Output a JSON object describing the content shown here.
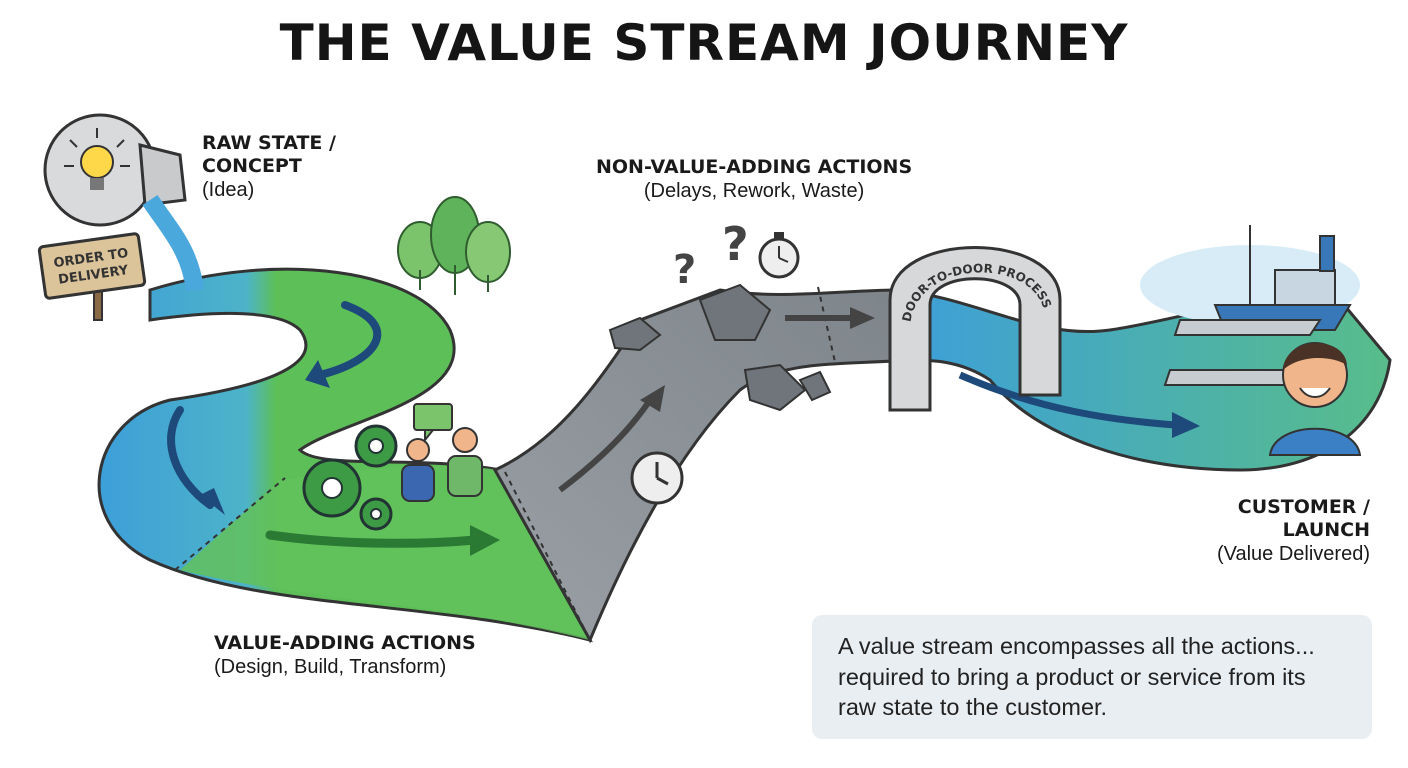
{
  "title": "THE VALUE STREAM JOURNEY",
  "stages": {
    "raw": {
      "heading_line1": "RAW STATE /",
      "heading_line2": "CONCEPT",
      "sub": "(Idea)"
    },
    "non_value": {
      "heading": "NON-VALUE-ADDING ACTIONS",
      "sub": "(Delays, Rework, Waste)"
    },
    "value": {
      "heading": "VALUE-ADDING ACTIONS",
      "sub": "(Design, Build, Transform)"
    },
    "customer": {
      "heading_line1": "CUSTOMER /",
      "heading_line2": "LAUNCH",
      "sub": "(Value Delivered)"
    }
  },
  "signpost": {
    "line1": "ORDER TO",
    "line2": "DELIVERY"
  },
  "arch_label": "DOOR-TO-DOOR PROCESS",
  "waste_symbols": [
    "?",
    "?"
  ],
  "note": {
    "line1": "A value stream encompasses all the actions...",
    "line2": "required to bring a product or service from its",
    "line3": "raw state to the customer."
  },
  "colors": {
    "water_blue": "#3fa0d8",
    "value_green": "#5cbf58",
    "waste_gray": "#8e9499",
    "note_bg": "#e9eef3"
  },
  "icons": [
    "lightbulb-icon",
    "faucet-icon",
    "tree-icon",
    "gear-icon",
    "person-icon",
    "speech-bubble-icon",
    "question-mark-icon",
    "stopwatch-icon",
    "clock-icon",
    "rock-icon",
    "arch-icon",
    "ship-icon",
    "dock-icon",
    "customer-avatar-icon",
    "flow-arrow-icon"
  ]
}
